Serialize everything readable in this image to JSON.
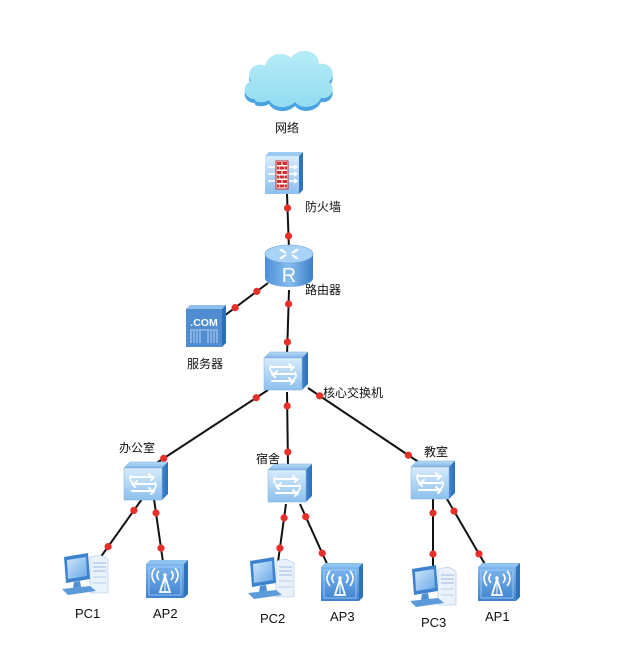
{
  "diagram": {
    "type": "network-topology",
    "colors": {
      "link": "#111111",
      "port_dot": "#e8302a",
      "cloud": "#a9e6f5",
      "device_blue": "#5b9bd5"
    },
    "nodes": {
      "internet": {
        "label": "网络",
        "icon": "cloud-icon"
      },
      "firewall": {
        "label": "防火墙",
        "icon": "firewall-icon"
      },
      "router": {
        "label": "路由器",
        "icon": "router-icon",
        "glyph": "R"
      },
      "server": {
        "label": "服务器",
        "icon": "server-icon",
        "glyph": ".COM"
      },
      "core_switch": {
        "label": "核心交换机",
        "icon": "switch-icon"
      },
      "office_switch": {
        "label": "办公室",
        "icon": "switch-icon"
      },
      "dorm_switch": {
        "label": "宿舍",
        "icon": "switch-icon"
      },
      "classroom_switch": {
        "label": "教室",
        "icon": "switch-icon"
      },
      "pc1": {
        "label": "PC1",
        "icon": "pc-icon"
      },
      "ap2": {
        "label": "AP2",
        "icon": "access-point-icon"
      },
      "pc2": {
        "label": "PC2",
        "icon": "pc-icon"
      },
      "ap3": {
        "label": "AP3",
        "icon": "access-point-icon"
      },
      "pc3": {
        "label": "PC3",
        "icon": "pc-icon"
      },
      "ap1": {
        "label": "AP1",
        "icon": "access-point-icon"
      }
    },
    "links": [
      {
        "from": "firewall",
        "to": "router"
      },
      {
        "from": "router",
        "to": "server"
      },
      {
        "from": "router",
        "to": "core_switch"
      },
      {
        "from": "core_switch",
        "to": "office_switch"
      },
      {
        "from": "core_switch",
        "to": "dorm_switch"
      },
      {
        "from": "core_switch",
        "to": "classroom_switch"
      },
      {
        "from": "office_switch",
        "to": "pc1"
      },
      {
        "from": "office_switch",
        "to": "ap2"
      },
      {
        "from": "dorm_switch",
        "to": "pc2"
      },
      {
        "from": "dorm_switch",
        "to": "ap3"
      },
      {
        "from": "classroom_switch",
        "to": "pc3"
      },
      {
        "from": "classroom_switch",
        "to": "ap1"
      }
    ]
  }
}
